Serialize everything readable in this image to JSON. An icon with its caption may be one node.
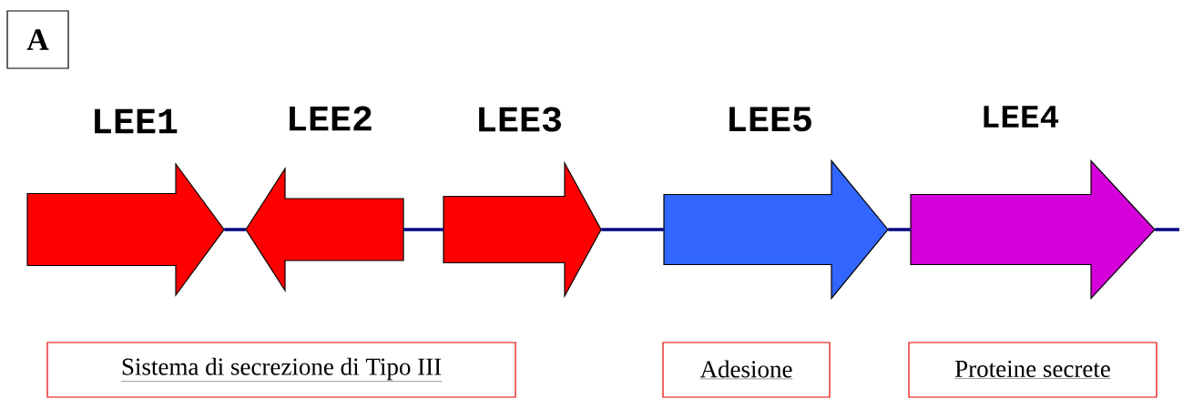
{
  "diagram": {
    "nodes": [
      {
        "text": [
          "A"
        ]
      },
      {
        "text": [
          "LEE1"
        ]
      },
      {
        "text": [
          "LEE2"
        ]
      },
      {
        "text": [
          "LEE3"
        ]
      },
      {
        "text": [
          "LEE5"
        ]
      },
      {
        "text": [
          "LEE4"
        ]
      },
      {
        "text": [
          "Sistema di secrezione di Tipo III"
        ]
      },
      {
        "text": [
          "Adesione"
        ]
      },
      {
        "text": [
          "Proteine secrete"
        ]
      }
    ],
    "edges": [
      {
        "from": 1,
        "to": 2,
        "arrow": "none"
      },
      {
        "from": 2,
        "to": 3,
        "arrow": "none"
      },
      {
        "from": 3,
        "to": 4,
        "arrow": "none"
      },
      {
        "from": 4,
        "to": 5,
        "arrow": "none"
      },
      {
        "from": 5,
        "to": null,
        "arrow": "none"
      }
    ]
  }
}
